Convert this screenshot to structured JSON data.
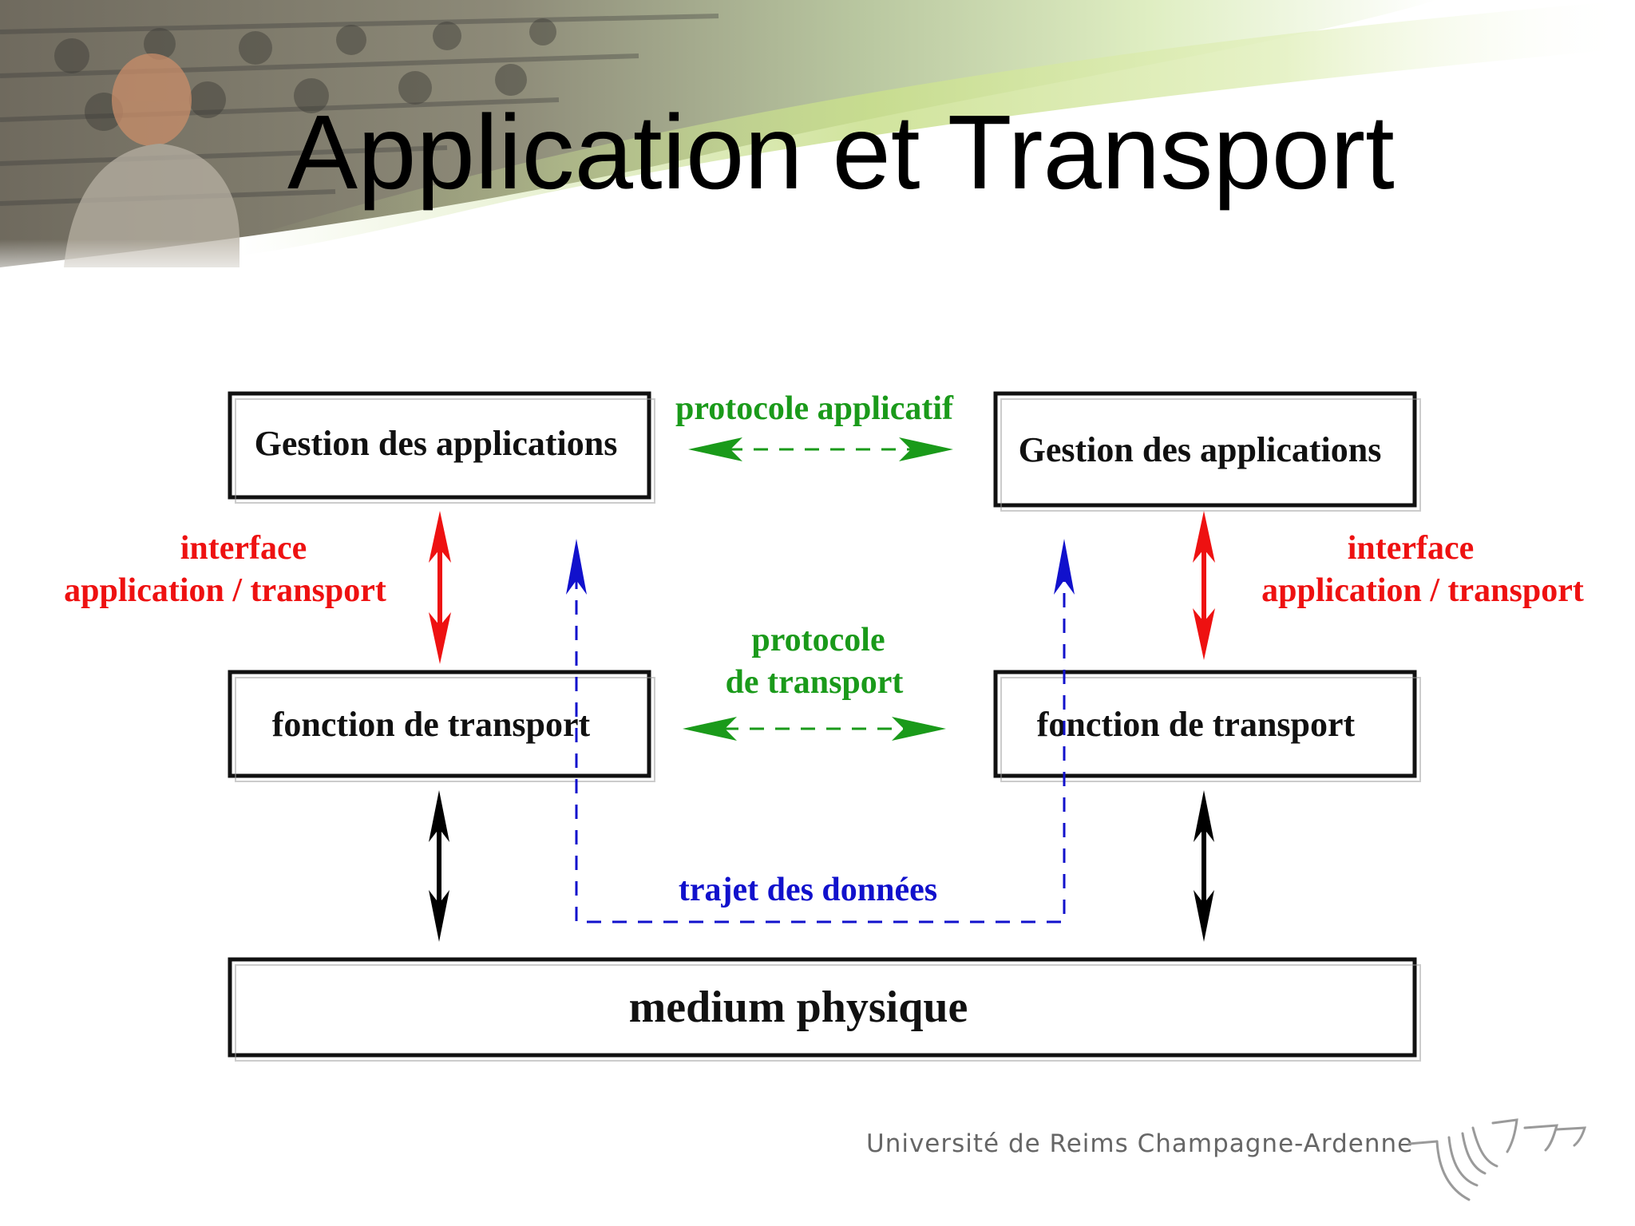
{
  "slide": {
    "title": "Application et Transport",
    "footer": "Université de Reims Champagne-Ardenne"
  },
  "diagram": {
    "boxes": {
      "app_left": "Gestion des applications",
      "app_right": "Gestion des applications",
      "transport_left": "fonction de transport",
      "transport_right": "fonction de transport",
      "medium": "medium physique"
    },
    "labels": {
      "protocole_applicatif": "protocole applicatif",
      "protocole_transport_line1": "protocole",
      "protocole_transport_line2": "de transport",
      "interface_left_line1": "interface",
      "interface_left_line2": "application / transport",
      "interface_right_line1": "interface",
      "interface_right_line2": "application / transport",
      "trajet": "trajet des données"
    },
    "colors": {
      "protocol": "#1a9a1a",
      "interface": "#ee1111",
      "data_path": "#1111cc",
      "physical": "#000000"
    }
  }
}
